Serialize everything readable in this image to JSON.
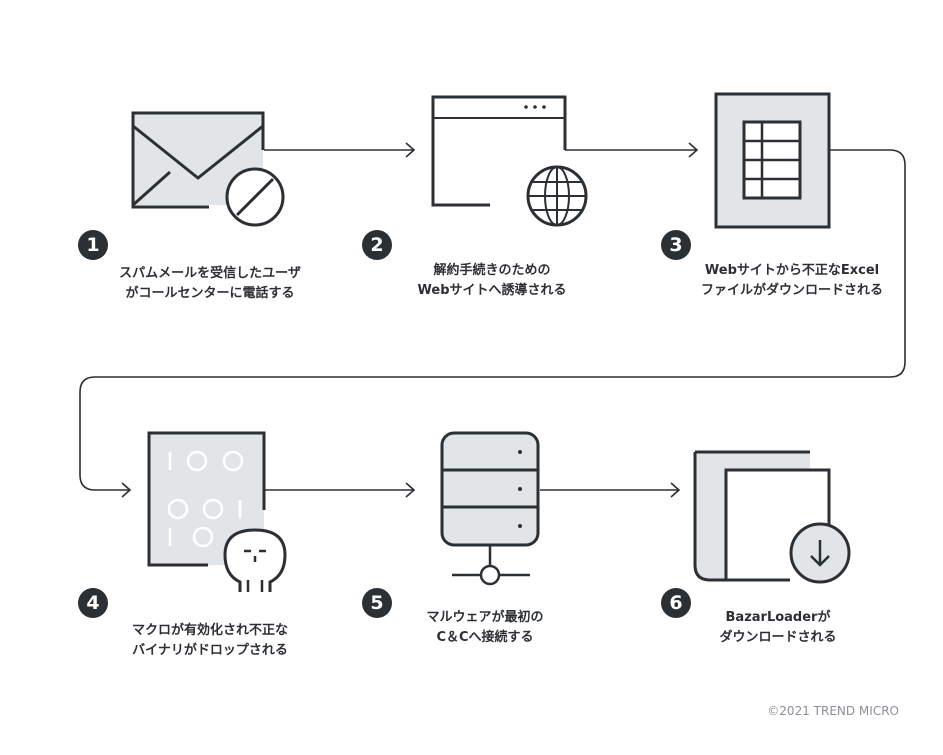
{
  "colors": {
    "stroke": "#2b3034",
    "fill": "#e1e5e8"
  },
  "steps": [
    {
      "number": "1",
      "icon": "envelope-blocked-icon",
      "lines": [
        "スパムメールを受信したユーザ",
        "がコールセンターに電話する"
      ]
    },
    {
      "number": "2",
      "icon": "browser-globe-icon",
      "lines": [
        "解約手続きのための",
        "Webサイトへ誘導される"
      ]
    },
    {
      "number": "3",
      "icon": "spreadsheet-icon",
      "lines": [
        "Webサイトから不正なExcel",
        "ファイルがダウンロードされる"
      ]
    },
    {
      "number": "4",
      "icon": "binary-skull-icon",
      "lines": [
        "マクロが有効化され不正な",
        "バイナリがドロップされる"
      ]
    },
    {
      "number": "5",
      "icon": "server-icon",
      "lines": [
        "マルウェアが最初の",
        "C＆Cへ接続する"
      ]
    },
    {
      "number": "6",
      "icon": "download-icon",
      "lines": [
        "BazarLoaderが",
        "ダウンロードされる"
      ]
    }
  ],
  "copyright": "©2021 TREND MICRO"
}
